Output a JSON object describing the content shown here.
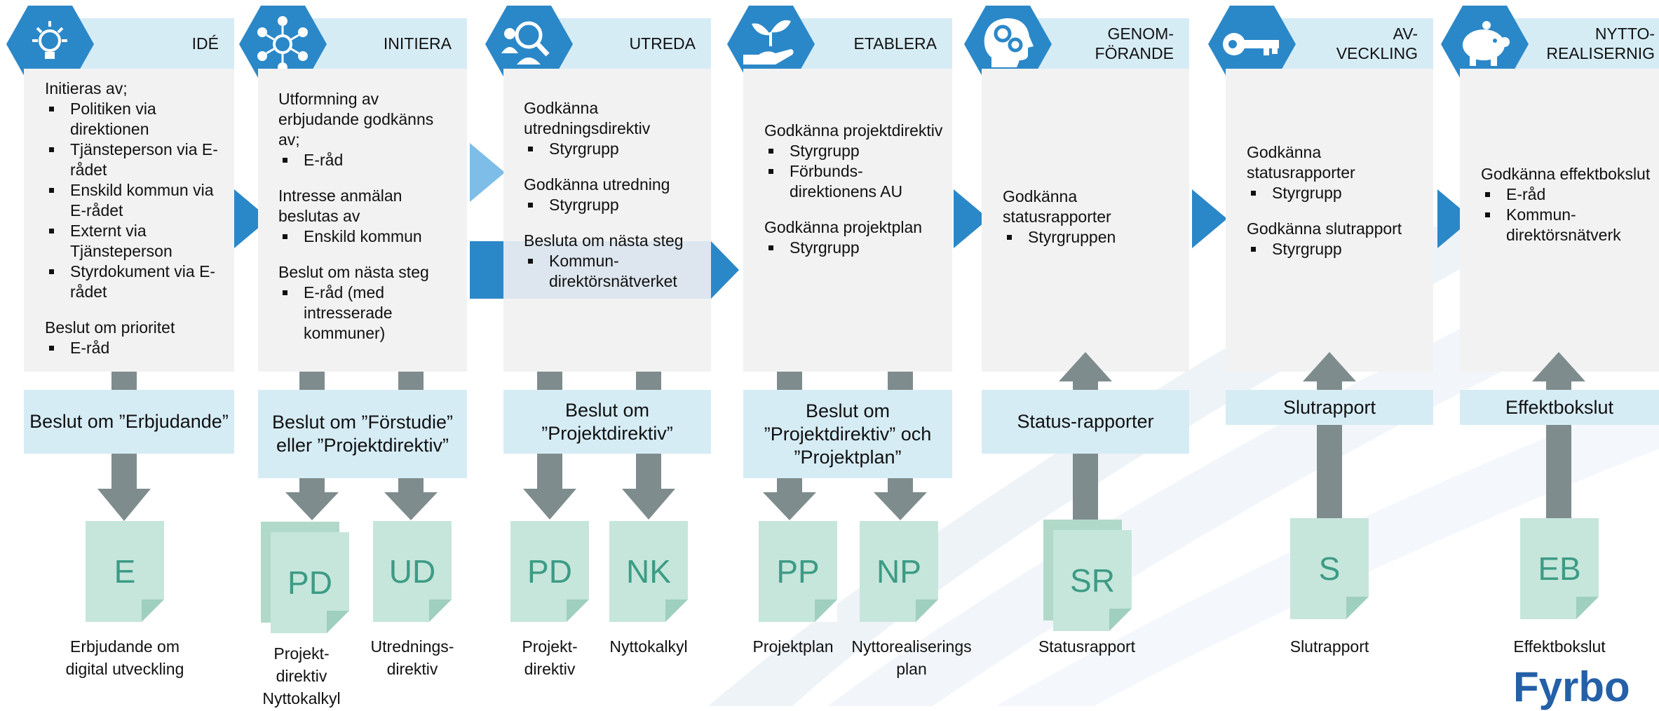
{
  "phases": [
    {
      "title": "IDÉ",
      "icon": "lightbulb-icon",
      "body": [
        {
          "text": "Initieras av;",
          "items": [
            "Politiken via direktionen",
            "Tjänsteperson via E-rådet",
            "Enskild kommun via E-rådet",
            "Externt via Tjänsteperson",
            "Styrdokument via E-rådet"
          ]
        },
        {
          "text": "Beslut om prioritet",
          "items": [
            "E-råd"
          ]
        }
      ],
      "decision": "Beslut om ”Erbjudande”",
      "docs": [
        {
          "abbr": "E",
          "caption": "Erbjudande om digital utveckling"
        }
      ]
    },
    {
      "title": "INITIERA",
      "icon": "network-icon",
      "body": [
        {
          "text": "Utformning av erbjudande godkänns av;",
          "items": [
            "E-råd"
          ]
        },
        {
          "text": "Intresse anmälan beslutas av",
          "items": [
            "Enskild kommun"
          ]
        },
        {
          "text": "Beslut om nästa steg",
          "items": [
            "E-råd (med intresserade kommuner)"
          ]
        }
      ],
      "decision": "Beslut om ”Förstudie” eller ”Projektdirektiv”",
      "docs": [
        {
          "abbr": "PD",
          "caption": "Projekt-direktiv Nyttokalkyl"
        },
        {
          "abbr": "UD",
          "caption": "Utrednings-direktiv"
        }
      ]
    },
    {
      "title": "UTREDA",
      "icon": "people-search-icon",
      "body": [
        {
          "text": "Godkänna utredningsdirektiv",
          "items": [
            "Styrgrupp"
          ]
        },
        {
          "text": "Godkänna utredning",
          "items": [
            "Styrgrupp"
          ]
        },
        {
          "text": "Besluta om nästa steg",
          "items": [
            "Kommun-direktörsnätverket"
          ]
        }
      ],
      "decision": "Beslut om ”Projektdirektiv”",
      "docs": [
        {
          "abbr": "PD",
          "caption": "Projekt-direktiv"
        },
        {
          "abbr": "NK",
          "caption": "Nyttokalkyl"
        }
      ]
    },
    {
      "title": "ETABLERA",
      "icon": "hand-plant-icon",
      "body": [
        {
          "text": "Godkänna projektdirektiv",
          "items": [
            "Styrgrupp",
            "Förbunds-direktionens AU"
          ]
        },
        {
          "text": "Godkänna projektplan",
          "items": [
            "Styrgrupp"
          ]
        }
      ],
      "decision": "Beslut om ”Projektdirektiv” och ”Projektplan”",
      "docs": [
        {
          "abbr": "PP",
          "caption": "Projektplan"
        },
        {
          "abbr": "NP",
          "caption": "Nyttorealiserings plan"
        }
      ]
    },
    {
      "title": "GENOM-FÖRANDE",
      "icon": "head-gears-icon",
      "body": [
        {
          "text": "Godkänna statusrapporter",
          "items": [
            "Styrgruppen"
          ]
        }
      ],
      "decision": "Status-rapporter",
      "docs": [
        {
          "abbr": "SR",
          "caption": "Statusrapport"
        }
      ]
    },
    {
      "title": "AV-VECKLING",
      "icon": "key-icon",
      "body": [
        {
          "text": "Godkänna statusrapporter",
          "items": [
            "Styrgrupp"
          ]
        },
        {
          "text": "Godkänna slutrapport",
          "items": [
            "Styrgrupp"
          ]
        }
      ],
      "decision": "Slutrapport",
      "docs": [
        {
          "abbr": "S",
          "caption": "Slutrapport"
        }
      ]
    },
    {
      "title": "NYTTO-REALISERNIG",
      "icon": "piggy-bank-icon",
      "body": [
        {
          "text": "Godkänna effektbokslut",
          "items": [
            "E-råd",
            "Kommun-direktörsnätverk"
          ]
        }
      ],
      "decision": "Effektbokslut",
      "docs": [
        {
          "abbr": "EB",
          "caption": "Effektbokslut"
        }
      ]
    }
  ],
  "logo": "Fyrbo",
  "colors": {
    "header": "#d6ecf5",
    "hexagon": "#2b88c8",
    "chevron": "#2b88c8",
    "chevron_light": "#7dbde8",
    "doc": "#c6e6db",
    "doc_text": "#3d9b85",
    "connector": "#7f8c8d",
    "logo": "#2460a7"
  }
}
